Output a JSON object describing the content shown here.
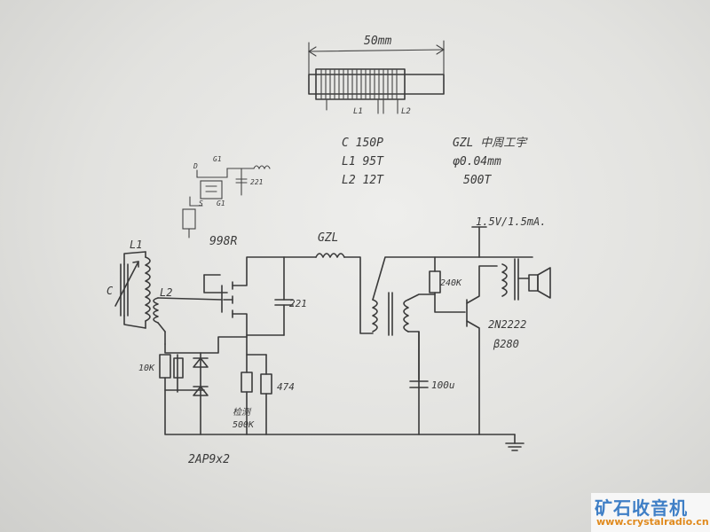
{
  "ferrite_rod": {
    "length_label": "50mm",
    "coil_labels": [
      "L1",
      "L2"
    ]
  },
  "parts_notes": {
    "left": [
      "C 150P",
      "L1 95T",
      "L2 12T"
    ],
    "right": [
      "GZL 中周工宇",
      "φ0.04mm",
      "500T"
    ]
  },
  "pinout_sketch": {
    "labels": [
      "D",
      "G1",
      "S",
      "G1",
      "221"
    ]
  },
  "schematic": {
    "tuning_coil": "L1",
    "tuning_cap": "C",
    "coupling_coil": "L2",
    "fet": "998R",
    "choke": "GZL",
    "cap_221": "221",
    "resistor_10k": "10K",
    "diode_label": "2AP9x2",
    "cap_474": "474",
    "pot": "500K",
    "pot_note": "检测",
    "supply": "1.5V/1.5mA.",
    "bias_resistor": "240K",
    "cap_100u": "100u",
    "transistor": "2N2222",
    "beta": "β280"
  },
  "watermark": {
    "cn": "矿石收音机",
    "url": "www.crystalradio.cn"
  }
}
